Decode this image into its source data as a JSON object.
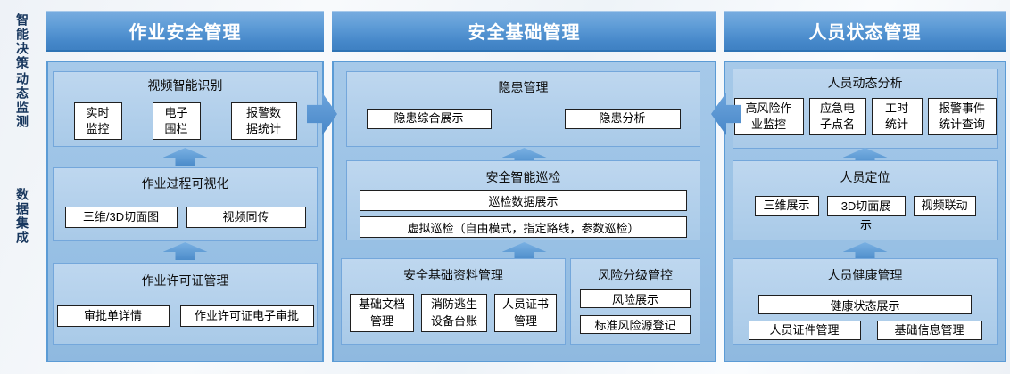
{
  "side_labels": [
    "智能决策",
    "动态监测",
    "数据集成"
  ],
  "columns": [
    {
      "title": "作业安全管理",
      "sections": [
        {
          "title": "视频智能识别",
          "items": [
            "实时\n监控",
            "电子\n围栏",
            "报警数\n据统计"
          ]
        },
        {
          "title": "作业过程可视化",
          "items": [
            "三维/3D切面图",
            "视频同传"
          ]
        },
        {
          "title": "作业许可证管理",
          "items": [
            "审批单详情",
            "作业许可证电子审批"
          ]
        }
      ]
    },
    {
      "title": "安全基础管理",
      "sections": [
        {
          "title": "隐患管理",
          "items": [
            "隐患综合展示",
            "隐患分析"
          ]
        },
        {
          "title": "安全智能巡检",
          "items": [
            "巡检数据展示",
            "虚拟巡检（自由模式，指定路线，参数巡检）"
          ]
        },
        {
          "title": "安全基础资料管理",
          "items": [
            "基础文档\n管理",
            "消防逃生\n设备台账",
            "人员证书\n管理"
          ]
        },
        {
          "title": "风险分级管控",
          "items": [
            "风险展示",
            "标准风险源登记"
          ]
        }
      ]
    },
    {
      "title": "人员状态管理",
      "sections": [
        {
          "title": "人员动态分析",
          "items": [
            "高风险作\n业监控",
            "应急电\n子点名",
            "工时\n统计",
            "报警事件\n统计查询"
          ]
        },
        {
          "title": "人员定位",
          "items": [
            "三维展示",
            "3D切面展\n示",
            "视频联动"
          ]
        },
        {
          "title": "人员健康管理",
          "items": [
            "健康状态展示",
            "人员证件管理",
            "基础信息管理"
          ]
        }
      ]
    }
  ],
  "colors": {
    "header_bar": "#4587c9",
    "header_bar_border": "#2e74b5",
    "column_panel": "#99c1e5",
    "panel_border": "#5b9bd5",
    "section_fill": "#b3d0ec",
    "section_border": "#74a7db",
    "arrow": "#4c8cca",
    "item_bg": "#ffffff",
    "item_border": "#1f1f1f",
    "side_text": "#17365d"
  }
}
